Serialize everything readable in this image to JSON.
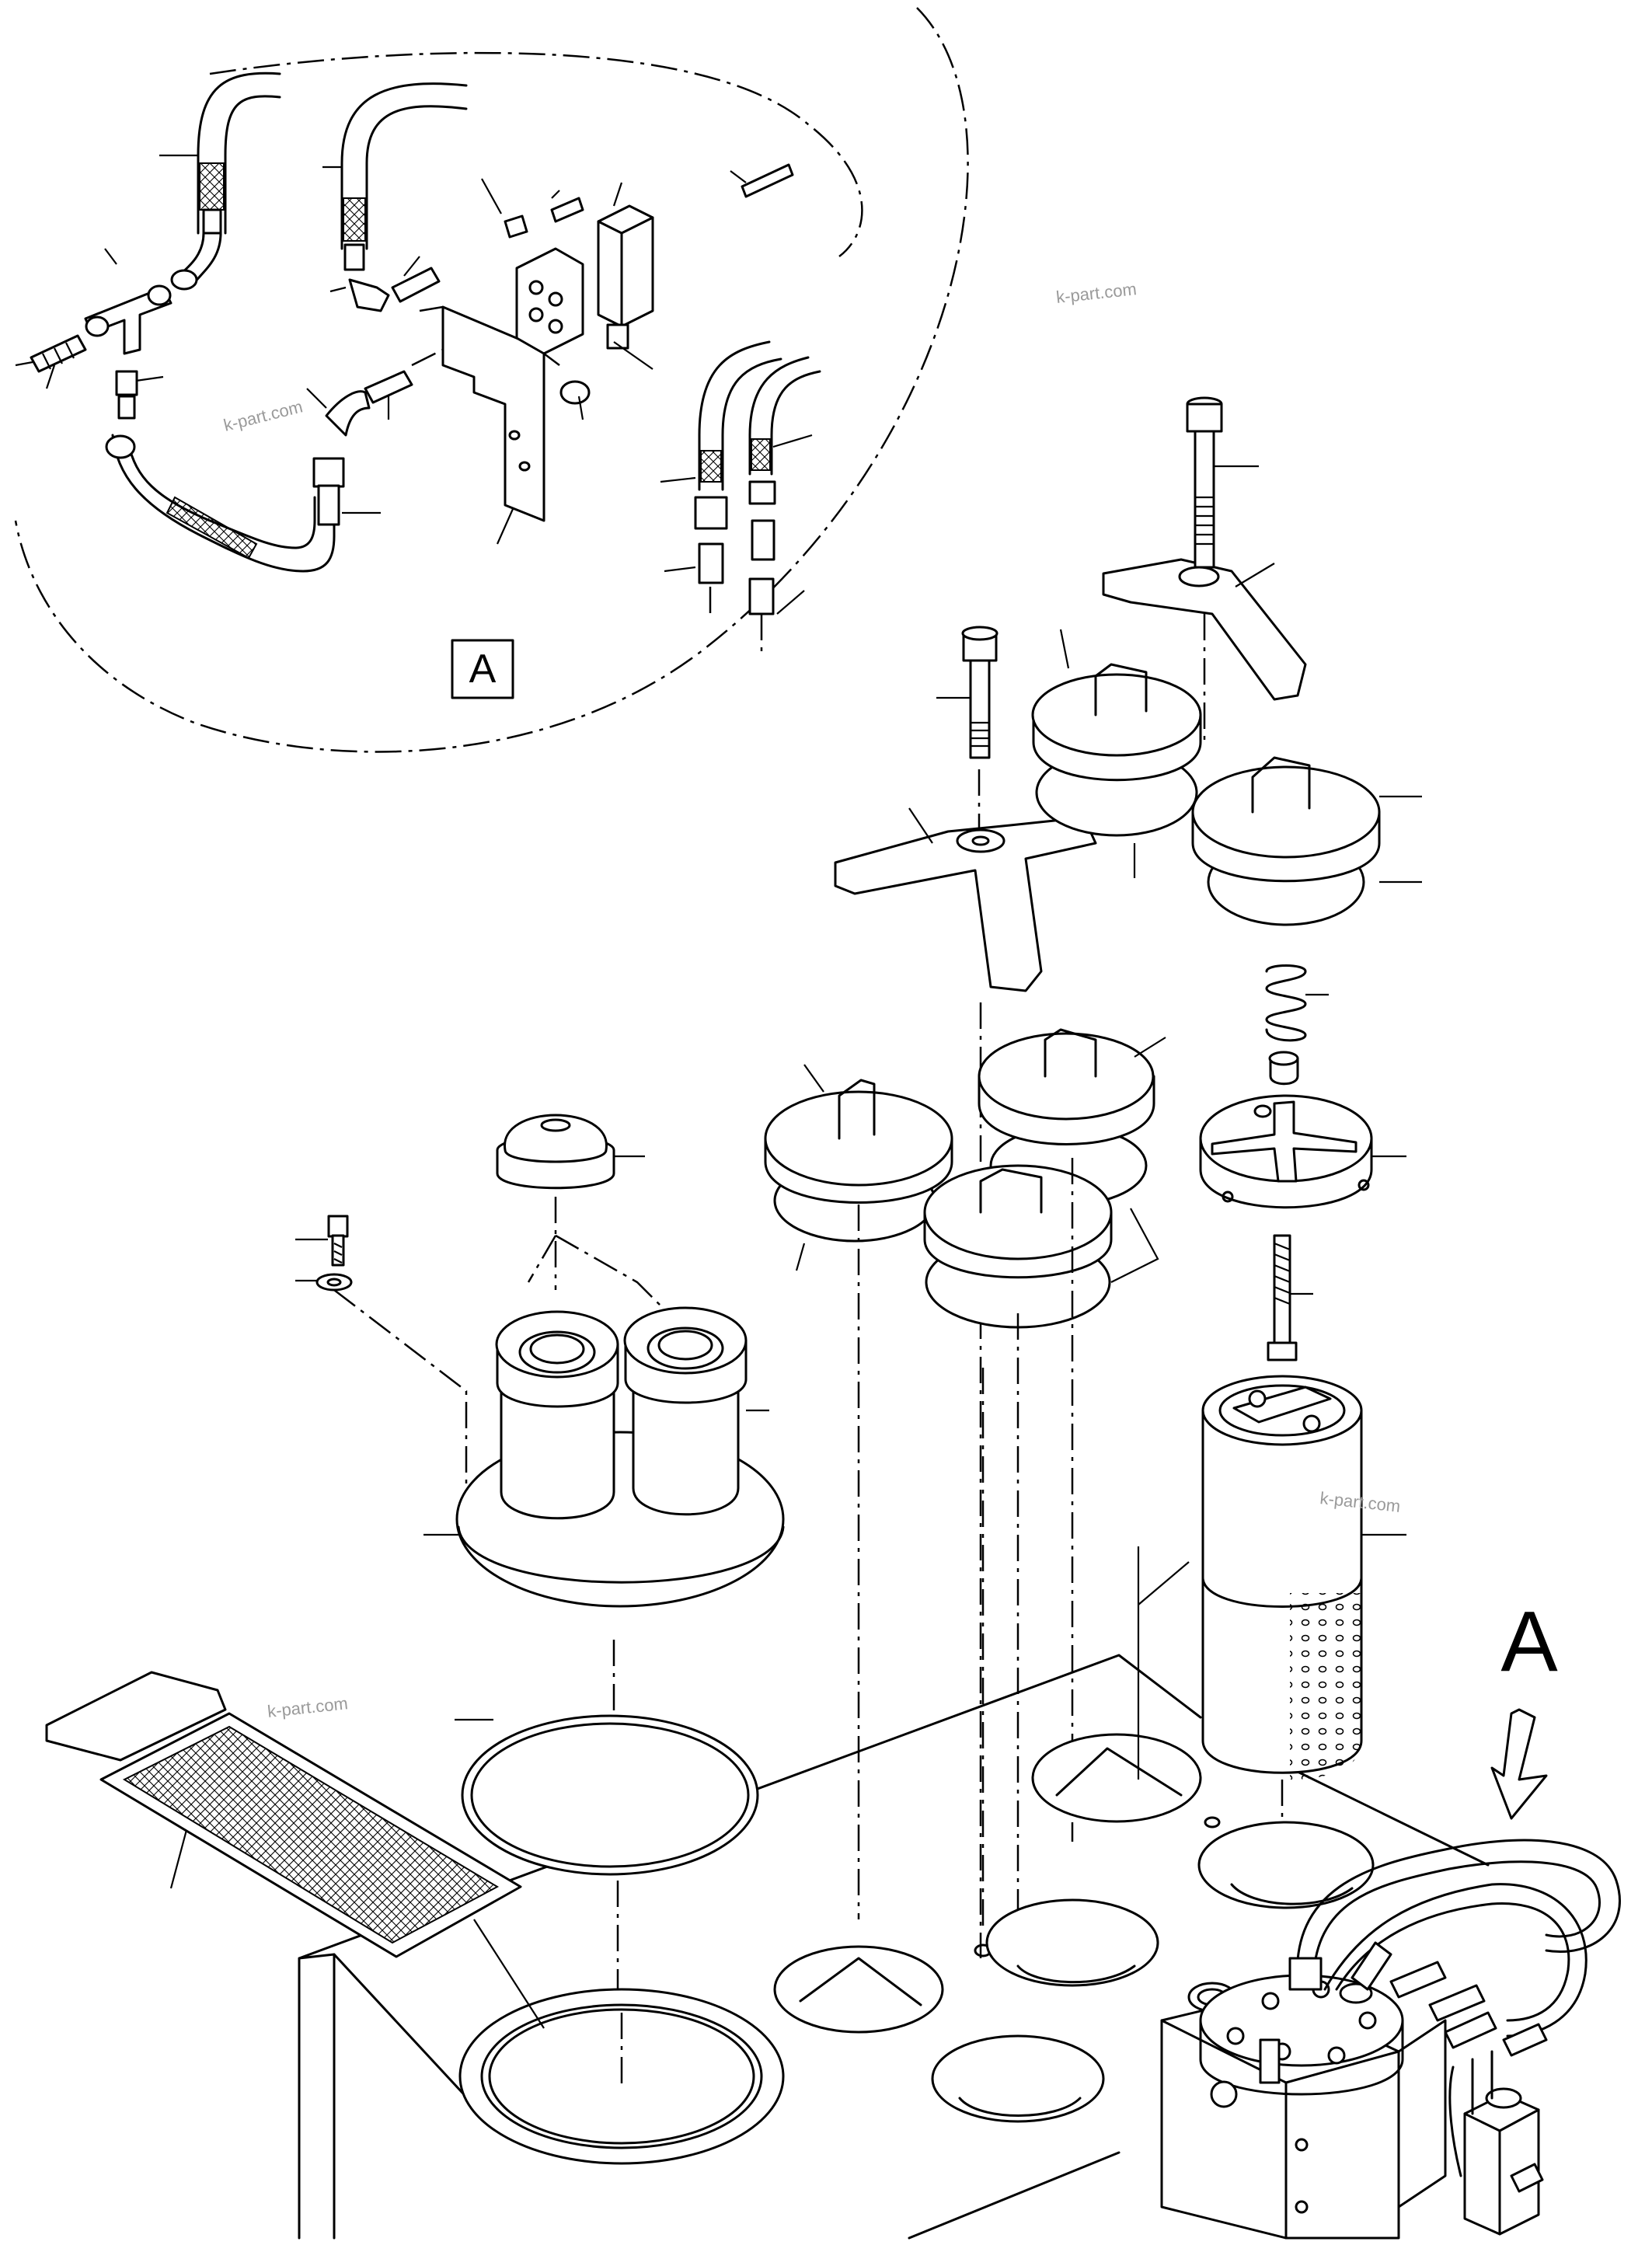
{
  "labels": {
    "detail_box_letter": "A",
    "view_arrow_letter": "A"
  },
  "watermarks": {
    "wm1": "k-part.com",
    "wm2": "k-part.com",
    "wm3": "k-part.com",
    "wm4": "k-part.com"
  }
}
